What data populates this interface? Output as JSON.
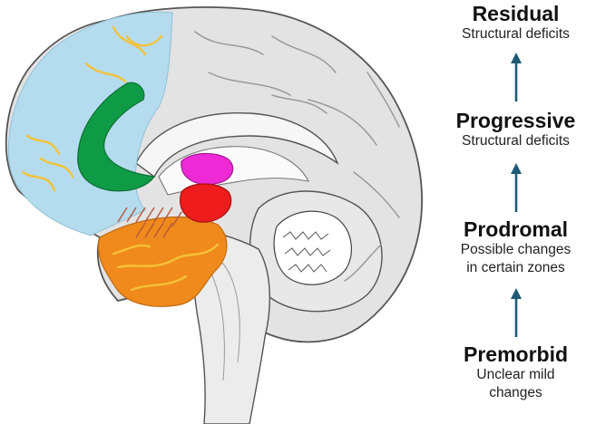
{
  "stages": [
    {
      "name": "Residual",
      "desc": [
        "Structural deficits"
      ]
    },
    {
      "name": "Progressive",
      "desc": [
        "Structural deficits"
      ]
    },
    {
      "name": "Prodromal",
      "desc": [
        "Possible changes",
        "in certain zones"
      ]
    },
    {
      "name": "Premorbid",
      "desc": [
        "Unclear mild",
        "changes"
      ]
    }
  ],
  "arrow_color": "#1e5a75",
  "region_colors": {
    "prefrontal": "#b5dcee",
    "cingulate": "#0f9b46",
    "thalamus": "#ee2ad6",
    "hypothalamus": "#ee1c1c",
    "temporal": "#f08a1c",
    "vessels": "#f3c23a",
    "brain": "#e3e3e3",
    "outline": "#555555"
  }
}
